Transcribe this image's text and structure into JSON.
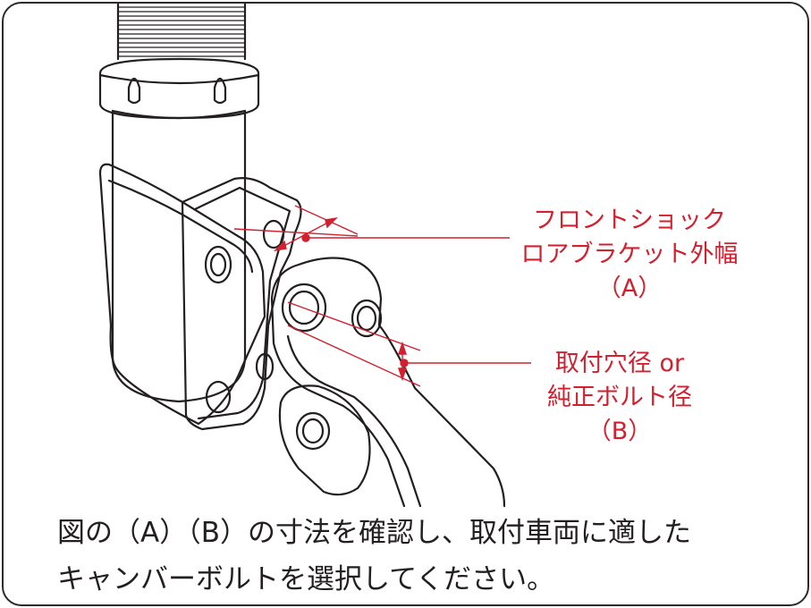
{
  "labels": {
    "a_line1": "フロントショック",
    "a_line2": "ロアブラケット外幅",
    "a_line3": "（A）",
    "b_line1": "取付穴径 or",
    "b_line2": "純正ボルト径",
    "b_line3": "（B）"
  },
  "caption": {
    "line1": "図の（A）（B）の寸法を確認し、取付車両に適した",
    "line2": "キャンバーボルトを選択してください。"
  },
  "colors": {
    "accent": "#d2202f",
    "ink": "#231f20"
  }
}
